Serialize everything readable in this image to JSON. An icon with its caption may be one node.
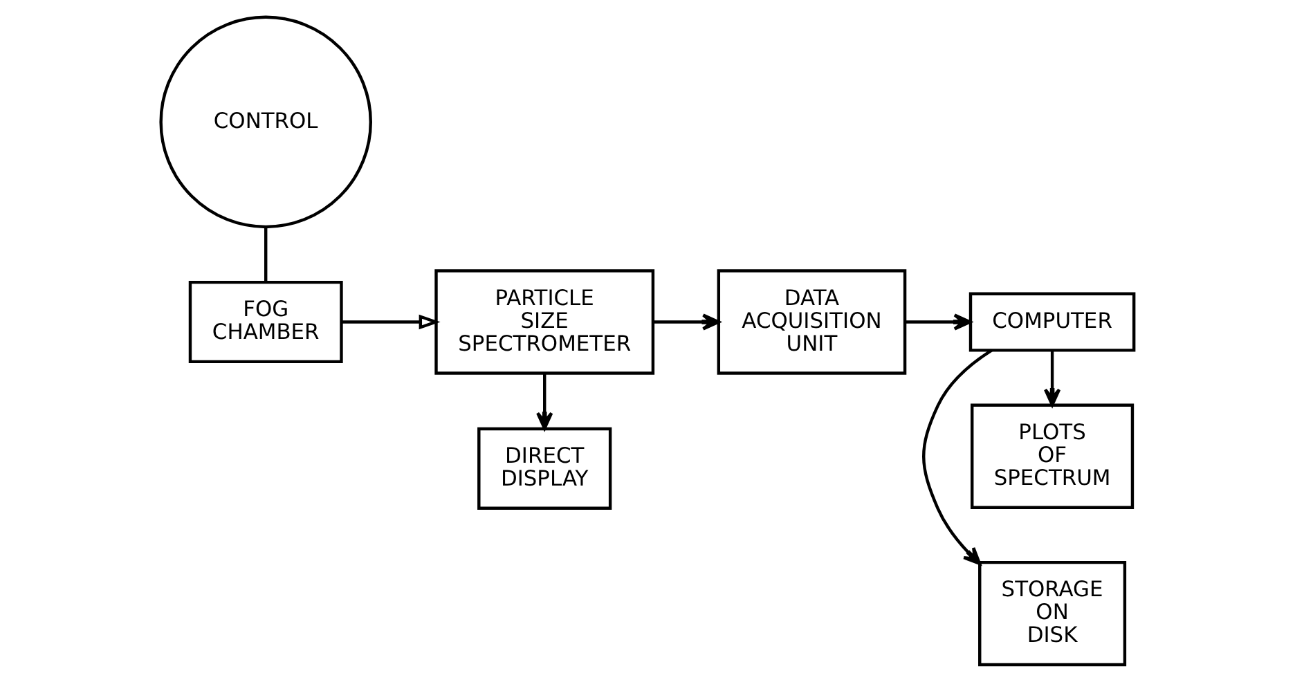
{
  "diagram": {
    "nodes": [
      {
        "text": [
          "CONTROL"
        ]
      },
      {
        "text": [
          "FOG CHAMBER"
        ]
      },
      {
        "text": [
          "PARTICLE SIZE SPECTROMETER"
        ]
      },
      {
        "text": [
          "DIRECT DISPLAY"
        ]
      },
      {
        "text": [
          "DATA ACQUISITION UNIT"
        ]
      },
      {
        "text": [
          "COMPUTER"
        ]
      },
      {
        "text": [
          "STORAGE ON DISK"
        ]
      },
      {
        "text": [
          "PLOTS OF SPECTRUM"
        ]
      }
    ],
    "edges": [
      {
        "from": 0,
        "to": 1,
        "arrow": "none"
      },
      {
        "from": 1,
        "to": 2,
        "arrow": "to"
      },
      {
        "from": 2,
        "to": 4,
        "arrow": "to"
      },
      {
        "from": 2,
        "to": 3,
        "arrow": "to"
      },
      {
        "from": 4,
        "to": 5,
        "arrow": "to"
      },
      {
        "from": 5,
        "to": 6,
        "arrow": "to"
      },
      {
        "from": 5,
        "to": 7,
        "arrow": "to"
      }
    ]
  }
}
